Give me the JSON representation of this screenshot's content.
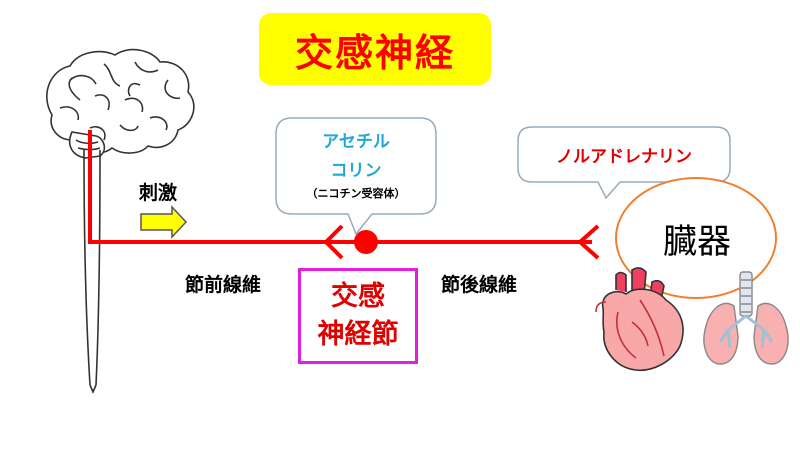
{
  "title": "交感神経",
  "stimulus_label": "刺激",
  "preganglionic_label": "節前線維",
  "postganglionic_label": "節後線維",
  "ganglion": {
    "line1": "交感",
    "line2": "神経節"
  },
  "acetylcholine_bubble": {
    "line1": "アセチル",
    "line2": "コリン",
    "line3": "（ニコチン受容体）"
  },
  "noradrenaline_bubble": "ノルアドレナリン",
  "organ_label": "臓器",
  "colors": {
    "title_bg": "#ffff00",
    "title_text": "#ff0000",
    "nerve": "#ff0000",
    "ganglion_border": "#e020e0",
    "ach_text": "#1fa8d8",
    "arrow_fill": "#ffff00",
    "organ_border": "#f08030"
  },
  "icons": [
    "brain-icon",
    "spinal-cord-icon",
    "stimulus-arrow-icon",
    "heart-icon",
    "lungs-icon"
  ]
}
